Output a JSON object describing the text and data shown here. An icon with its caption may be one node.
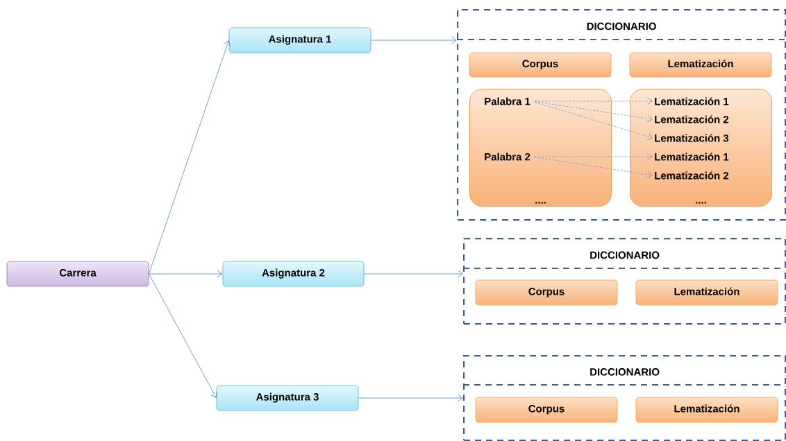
{
  "diagram": {
    "nodes": [
      {
        "text": [
          "Carrera"
        ]
      },
      {
        "text": [
          "Asignatura 1"
        ]
      },
      {
        "text": [
          "Asignatura 2"
        ]
      },
      {
        "text": [
          "Asignatura 3"
        ]
      },
      {
        "text": [
          "DICCIONARIO"
        ]
      },
      {
        "text": [
          "Corpus"
        ],
        "in": 4
      },
      {
        "text": [
          "Lematización"
        ],
        "in": 4
      },
      {
        "text": [
          "...."
        ],
        "in": 4
      },
      {
        "text": [
          "Palabra 1"
        ],
        "in": 7
      },
      {
        "text": [
          "Palabra 2"
        ],
        "in": 7
      },
      {
        "text": [
          "...."
        ],
        "in": 4
      },
      {
        "text": [
          "Lematización 1"
        ],
        "in": 10
      },
      {
        "text": [
          "Lematización 2"
        ],
        "in": 10
      },
      {
        "text": [
          "Lematización 3"
        ],
        "in": 10
      },
      {
        "text": [
          "Lematización 1"
        ],
        "in": 10
      },
      {
        "text": [
          "Lematización 2"
        ],
        "in": 10
      },
      {
        "text": [
          "DICCIONARIO"
        ]
      },
      {
        "text": [
          "Corpus"
        ],
        "in": 16
      },
      {
        "text": [
          "Lematización"
        ],
        "in": 16
      },
      {
        "text": [
          "DICCIONARIO"
        ]
      },
      {
        "text": [
          "Corpus"
        ],
        "in": 19
      },
      {
        "text": [
          "Lematización"
        ],
        "in": 19
      }
    ],
    "edges": [
      {
        "from": 0,
        "to": 1,
        "arrow": "to"
      },
      {
        "from": 0,
        "to": 2,
        "arrow": "to"
      },
      {
        "from": 0,
        "to": 3,
        "arrow": "to"
      },
      {
        "from": 1,
        "to": 4,
        "arrow": "to"
      },
      {
        "from": 2,
        "to": 16,
        "arrow": "to"
      },
      {
        "from": 3,
        "to": 19,
        "arrow": "to"
      },
      {
        "from": 8,
        "to": 11,
        "arrow": "to",
        "style": "dashed"
      },
      {
        "from": 8,
        "to": 12,
        "arrow": "to",
        "style": "dashed"
      },
      {
        "from": 8,
        "to": 13,
        "arrow": "to",
        "style": "dashed"
      },
      {
        "from": 9,
        "to": 14,
        "arrow": "to",
        "style": "dashed"
      },
      {
        "from": 9,
        "to": 15,
        "arrow": "to",
        "style": "dashed"
      }
    ]
  }
}
